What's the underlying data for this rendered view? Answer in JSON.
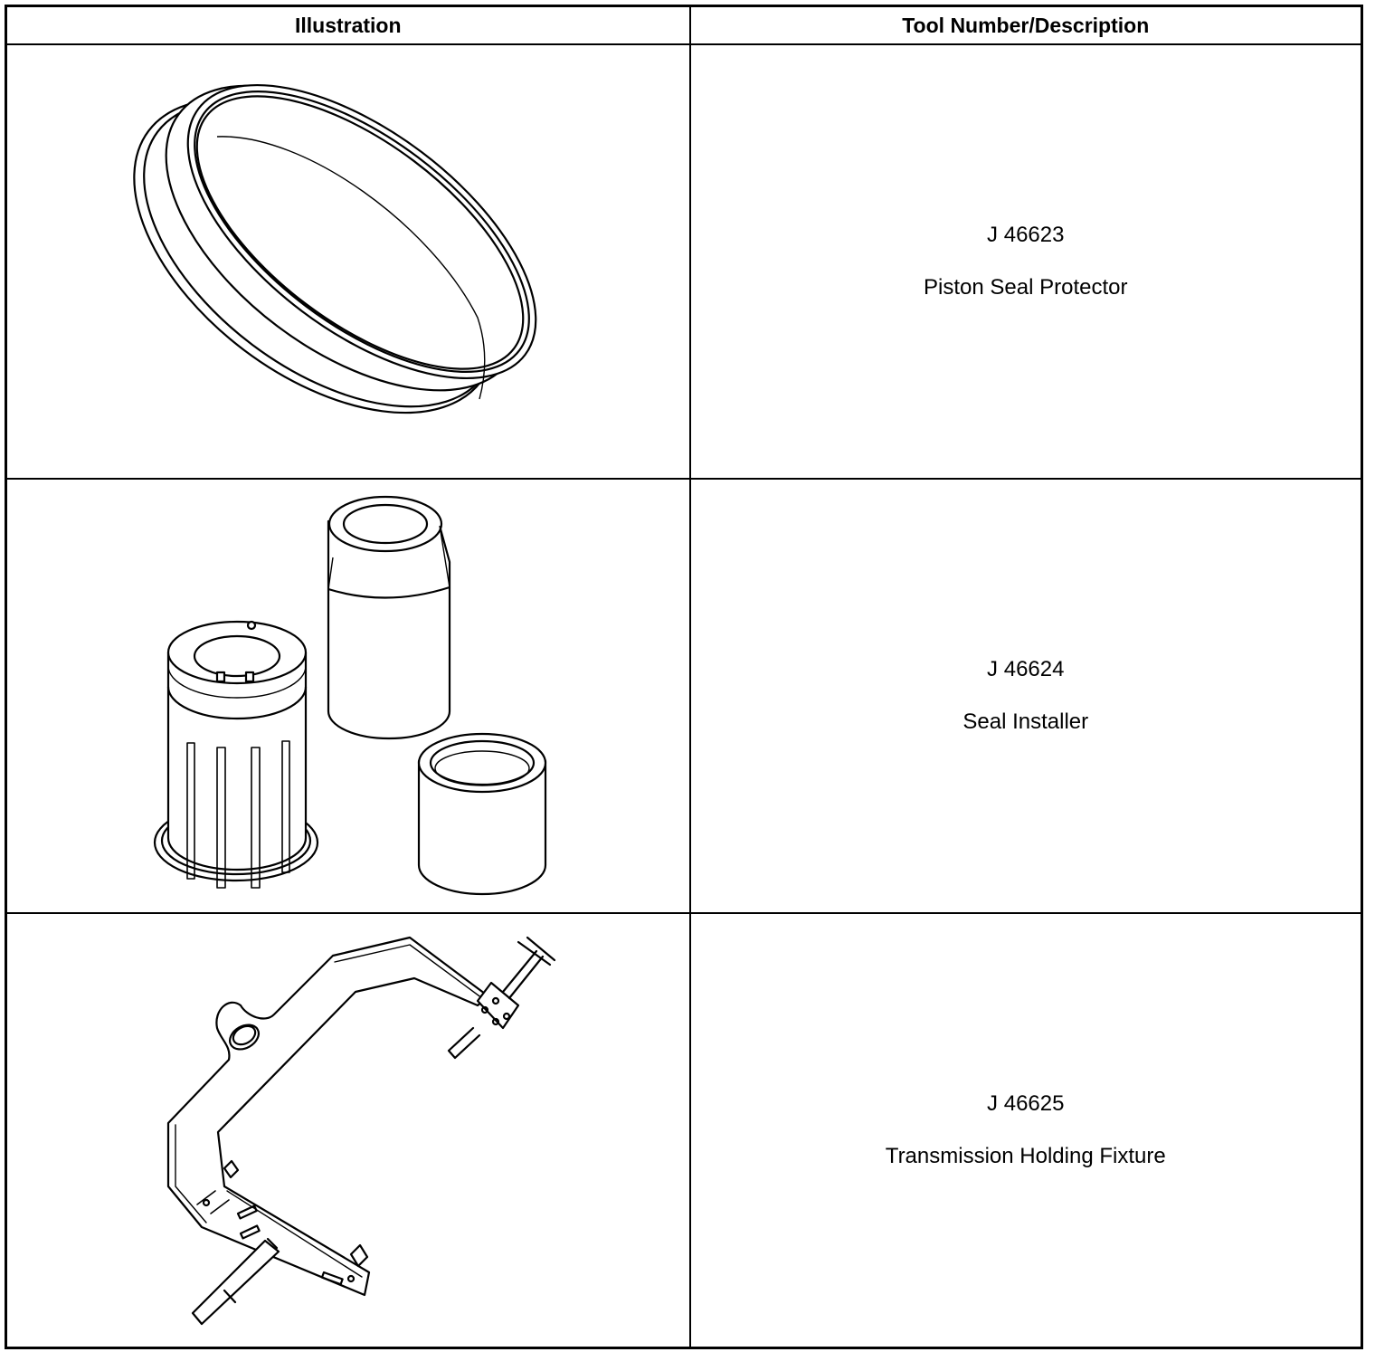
{
  "table": {
    "headers": {
      "illustration": "Illustration",
      "tool": "Tool Number/Description"
    },
    "rows": [
      {
        "number": "J 46623",
        "description": "Piston Seal Protector",
        "illustration_icon": "piston-seal-protector-drawing"
      },
      {
        "number": "J 46624",
        "description": "Seal Installer",
        "illustration_icon": "seal-installer-drawing"
      },
      {
        "number": "J 46625",
        "description": "Transmission Holding Fixture",
        "illustration_icon": "transmission-holding-fixture-drawing"
      }
    ]
  }
}
